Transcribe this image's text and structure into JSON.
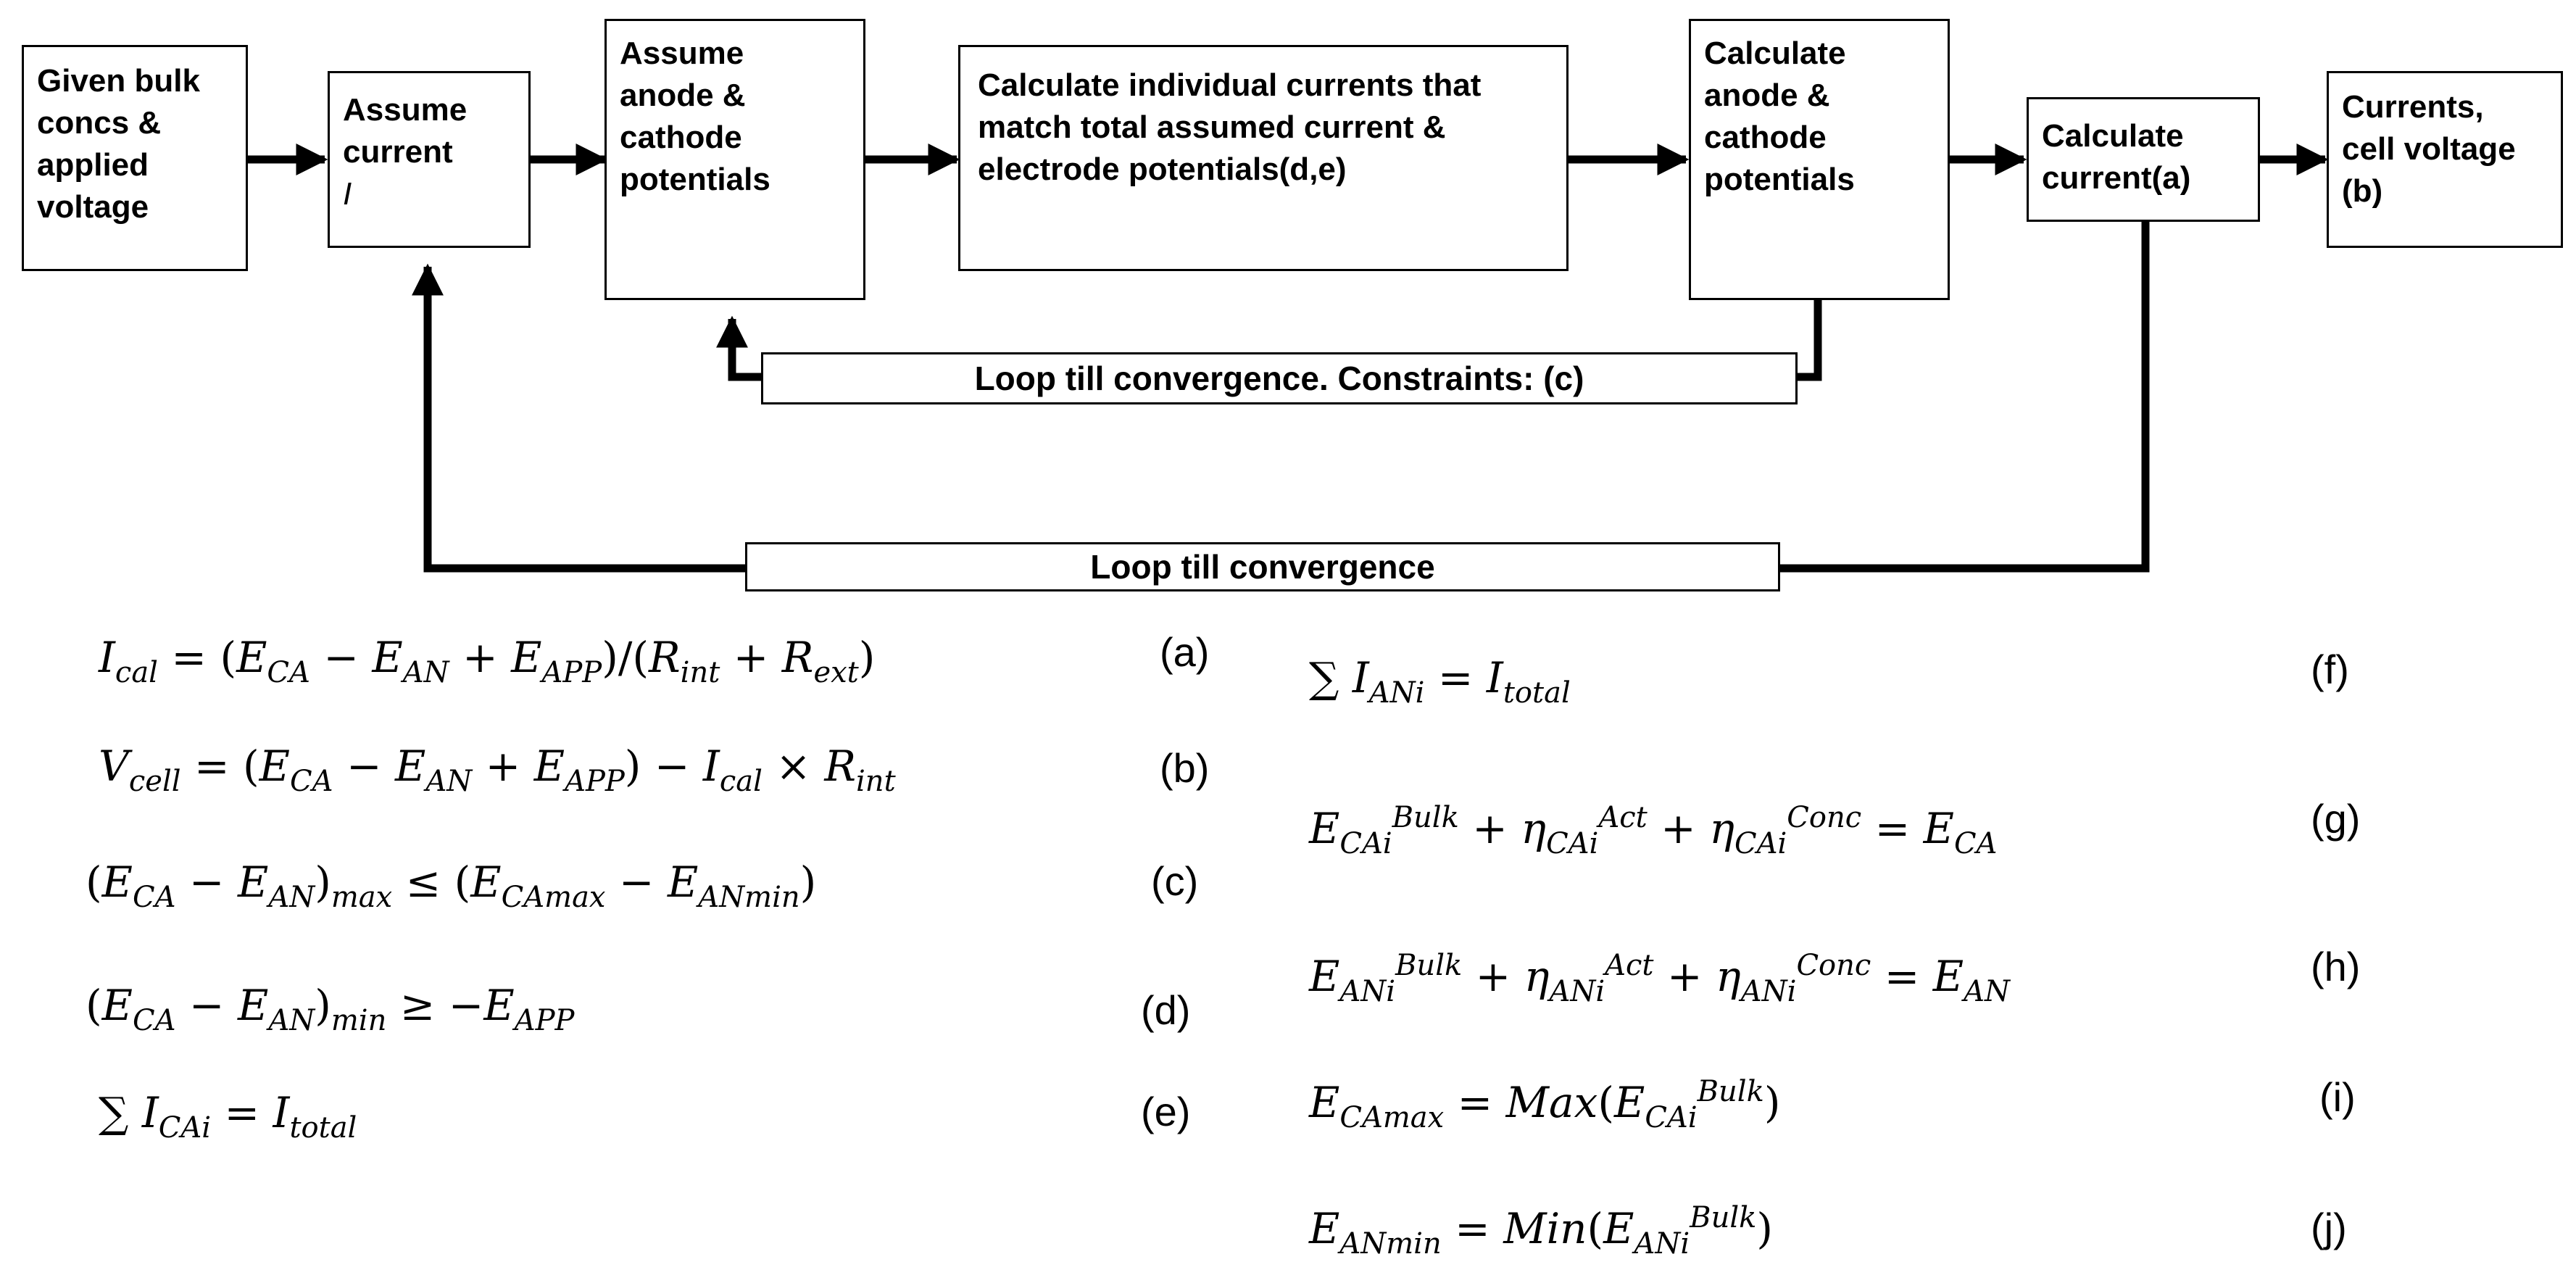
{
  "flow": {
    "given": [
      "Given bulk",
      "concs &",
      "applied",
      "voltage"
    ],
    "assume_current": [
      "Assume",
      "current",
      "I"
    ],
    "assume_potentials": [
      "Assume",
      "anode &",
      "cathode",
      "potentials"
    ],
    "calc_individual": [
      "Calculate individual currents that",
      "match total assumed current &",
      "electrode potentials(d,e)"
    ],
    "calc_potentials": [
      "Calculate",
      "anode &",
      "cathode",
      "potentials"
    ],
    "calc_current": [
      "Calculate",
      "current(a)"
    ],
    "output": [
      "Currents,",
      "cell voltage",
      "(b)"
    ],
    "inner_loop": "Loop till convergence. Constraints: (c)",
    "outer_loop": "Loop till  convergence"
  },
  "equations": {
    "a": {
      "tag": "(a)"
    },
    "b": {
      "tag": "(b)"
    },
    "c": {
      "tag": "(c)"
    },
    "d": {
      "tag": "(d)"
    },
    "e": {
      "tag": "(e)"
    },
    "f": {
      "tag": "(f)"
    },
    "g": {
      "tag": "(g)"
    },
    "h": {
      "tag": "(h)"
    },
    "i": {
      "tag": "(i)"
    },
    "j": {
      "tag": "(j)"
    }
  },
  "colors": {
    "line": "#000000",
    "background": "#ffffff"
  }
}
